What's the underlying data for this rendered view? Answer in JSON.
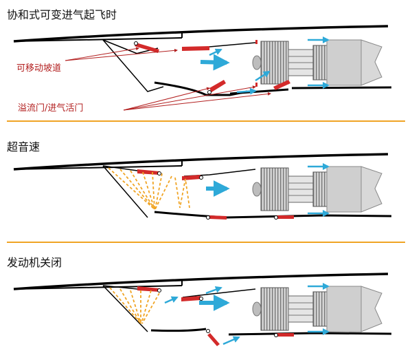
{
  "panels": [
    {
      "title": "协和式可变进气起飞时"
    },
    {
      "title": "超音速"
    },
    {
      "title": "发动机关闭"
    }
  ],
  "annotations": {
    "ramp_label": "可移动坡道",
    "spill_label": "溢流门/进气活门"
  },
  "colors": {
    "divider": "#f0a424",
    "ramp_red": "#d32a2a",
    "arrow_cyan": "#2ea9d8",
    "shock_orange": "#f0a424",
    "engine_grey": "#c9c9c9",
    "annotation_red": "#b21e1e"
  }
}
